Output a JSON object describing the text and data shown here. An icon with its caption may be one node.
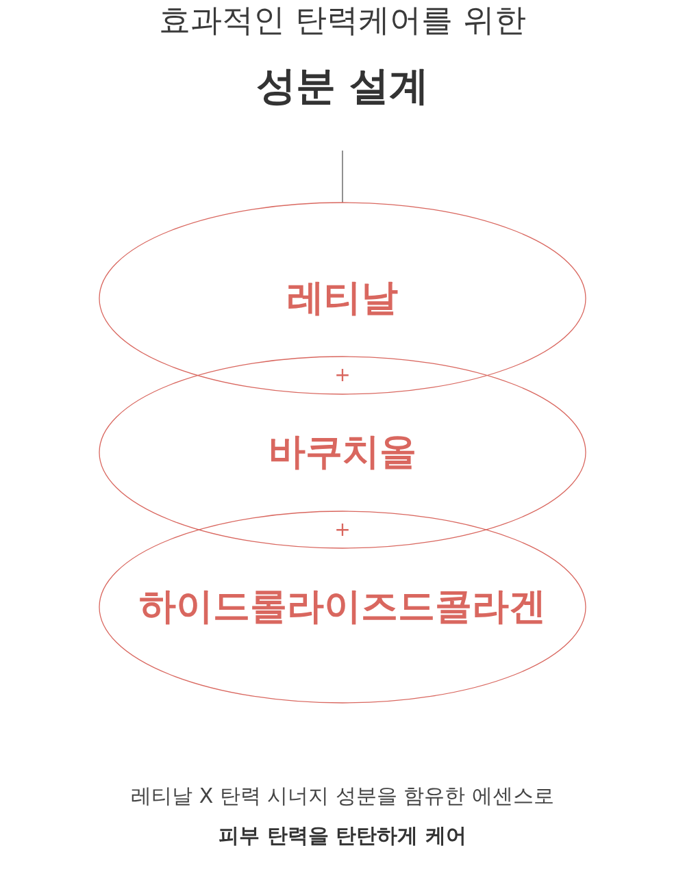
{
  "diagram": {
    "title": "효과적인 탄력케어를 위한 **성분 설계**",
    "caption": "레티날 X 탄력 시너지 성분을 함유한 에센스로 **피부 탄력을 탄탄하게 케어**",
    "nodes": [
      {
        "text": [
          "레티날"
        ]
      },
      {
        "text": [
          "바쿠치올"
        ]
      },
      {
        "text": [
          "하이드롤라이즈드콜라겐"
        ]
      }
    ],
    "labels": [
      "+",
      "+"
    ]
  }
}
